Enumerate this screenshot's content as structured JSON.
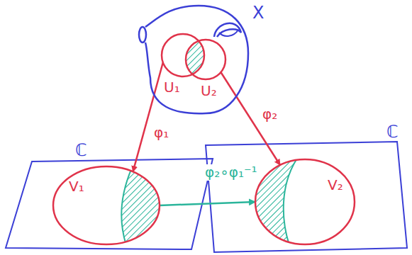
{
  "diagram": {
    "nodes": [
      {
        "text": [
          "X"
        ]
      },
      {
        "text": [
          "U₁"
        ],
        "in": 0
      },
      {
        "text": [
          "U₂"
        ],
        "in": 0
      },
      {
        "text": [
          "V₁"
        ]
      },
      {
        "text": [
          "V₂"
        ]
      }
    ],
    "edges": [
      {
        "from": 1,
        "to": 3,
        "arrow": "to",
        "label": "φ₁"
      },
      {
        "from": 2,
        "to": 4,
        "arrow": "to",
        "label": "φ₂"
      },
      {
        "from": 3,
        "to": 4,
        "arrow": "to",
        "label": "φ₂∘φ₁⁻¹"
      }
    ],
    "labels": [
      "ℂ",
      "ℂ"
    ]
  }
}
